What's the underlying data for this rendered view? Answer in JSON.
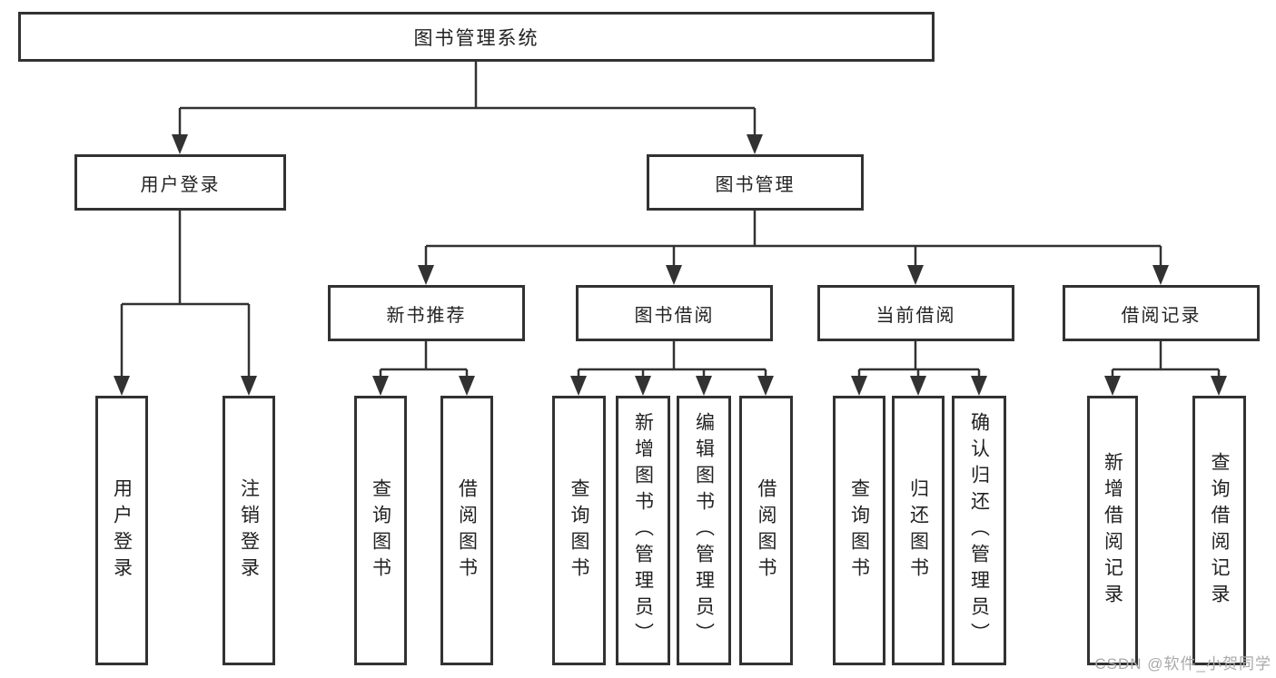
{
  "tree": {
    "label": "图书管理系统",
    "children": [
      {
        "label": "用户登录",
        "children": [
          {
            "label": "用户登录"
          },
          {
            "label": "注销登录"
          }
        ]
      },
      {
        "label": "图书管理",
        "children": [
          {
            "label": "新书推荐",
            "children": [
              {
                "label": "查询图书"
              },
              {
                "label": "借阅图书"
              }
            ]
          },
          {
            "label": "图书借阅",
            "children": [
              {
                "label": "查询图书"
              },
              {
                "label": "新增图书（管理员）"
              },
              {
                "label": "编辑图书（管理员）"
              },
              {
                "label": "借阅图书"
              }
            ]
          },
          {
            "label": "当前借阅",
            "children": [
              {
                "label": "查询图书"
              },
              {
                "label": "归还图书"
              },
              {
                "label": "确认归还（管理员）"
              }
            ]
          },
          {
            "label": "借阅记录",
            "children": [
              {
                "label": "新增借阅记录"
              },
              {
                "label": "查询借阅记录"
              }
            ]
          }
        ]
      }
    ]
  },
  "watermark": "CSDN @软件_小贺同学",
  "colors": {
    "line": "#323232",
    "text": "#222222",
    "watermark": "#a9a9a9",
    "background": "#ffffff"
  }
}
